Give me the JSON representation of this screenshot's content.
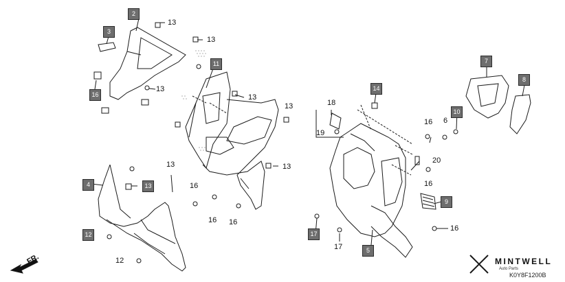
{
  "diagram": {
    "boxed_labels": [
      "2",
      "3",
      "16",
      "11",
      "4",
      "13",
      "12",
      "7",
      "8",
      "14",
      "10",
      "9",
      "17",
      "5"
    ],
    "plain_labels": [
      "13",
      "13",
      "13",
      "13",
      "13",
      "13",
      "13",
      "16",
      "16",
      "16",
      "12",
      "18",
      "19",
      "16",
      "6",
      "20",
      "16",
      "16",
      "17"
    ],
    "direction_label": "FR.",
    "code": "K0Y8F1200B"
  },
  "logo": {
    "brand": "MINTWELL",
    "tagline": "Auto Parts"
  },
  "colors": {
    "label_box": "#6e6e6e",
    "line": "#1a1a1a"
  }
}
